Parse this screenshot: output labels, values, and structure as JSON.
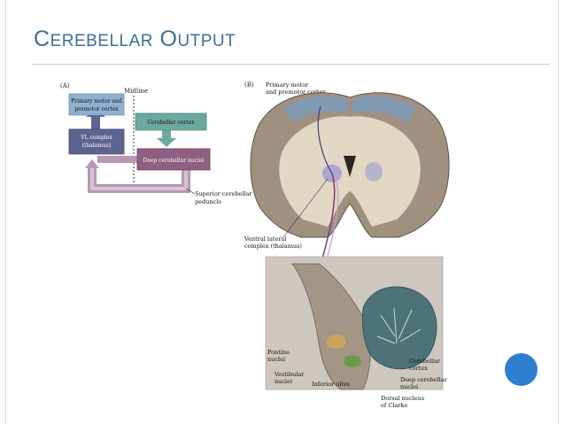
{
  "slide": {
    "title_first_cap": "C",
    "title_first_rest": "EREBELLAR",
    "title_second_cap": "O",
    "title_second_rest": "UTPUT"
  },
  "panel_a": {
    "label": "(A)",
    "midline": "Midline",
    "box_motor_1": "Primary motor and",
    "box_motor_2": "premotor cortex",
    "box_cortex": "Cerebellar cortex",
    "box_vl_1": "VL complex",
    "box_vl_2": "(thalamus)",
    "box_deep": "Deep cerebellar nuclei",
    "peduncle_1": "Superior cerebellar",
    "peduncle_2": "peduncle"
  },
  "panel_b": {
    "label": "(B)",
    "motor_1": "Primary motor",
    "motor_2": "and premotor cortex",
    "vl_1": "Ventral lateral",
    "vl_2": "complex (thalamus)",
    "pontine_1": "Pontine",
    "pontine_2": "nuclei",
    "vestibular_1": "Vestibular",
    "vestibular_2": "nuclei",
    "olive": "Inferior olive",
    "cb_cortex_1": "Cerebellar",
    "cb_cortex_2": "cortex",
    "deep_1": "Deep cerebellar",
    "deep_2": "nuclei",
    "clarke_1": "Dorsal nucleus",
    "clarke_2": "of Clarke"
  },
  "colors": {
    "title": "#3d6e93",
    "accent_circle": "#2f7fd0",
    "motor_box": "#8fb0cf",
    "cortex_box": "#6aa99b",
    "vl_box": "#5d6490",
    "deep_box": "#8d5f80",
    "peduncle": "#b898b4"
  }
}
